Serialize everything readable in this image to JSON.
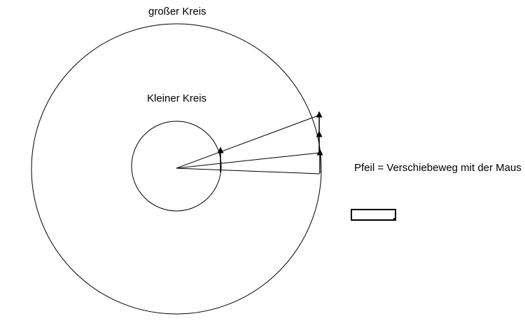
{
  "labels": {
    "big_circle": "großer Kreis",
    "small_circle": "Kleiner Kreis",
    "arrow_note": "Pfeil = Verschiebeweg mit der Maus"
  },
  "colors": {
    "stroke": "#000000",
    "background": "#ffffff"
  }
}
